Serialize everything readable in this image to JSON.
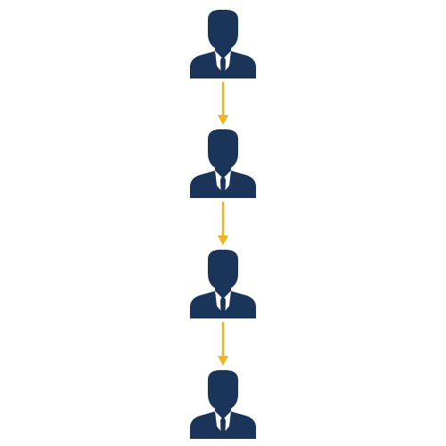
{
  "diagram": {
    "type": "vertical-hierarchy",
    "nodes": [
      {
        "icon": "businessman-icon"
      },
      {
        "icon": "businessman-icon"
      },
      {
        "icon": "businessman-icon"
      },
      {
        "icon": "businessman-icon"
      }
    ],
    "edges": [
      {
        "from": 0,
        "to": 1,
        "icon": "arrow-down-icon"
      },
      {
        "from": 1,
        "to": 2,
        "icon": "arrow-down-icon"
      },
      {
        "from": 2,
        "to": 3,
        "icon": "arrow-down-icon"
      }
    ],
    "colors": {
      "person": "#1b355a",
      "shirt": "#ffffff",
      "arrow": "#f0b41e",
      "background": "#ffffff"
    }
  }
}
